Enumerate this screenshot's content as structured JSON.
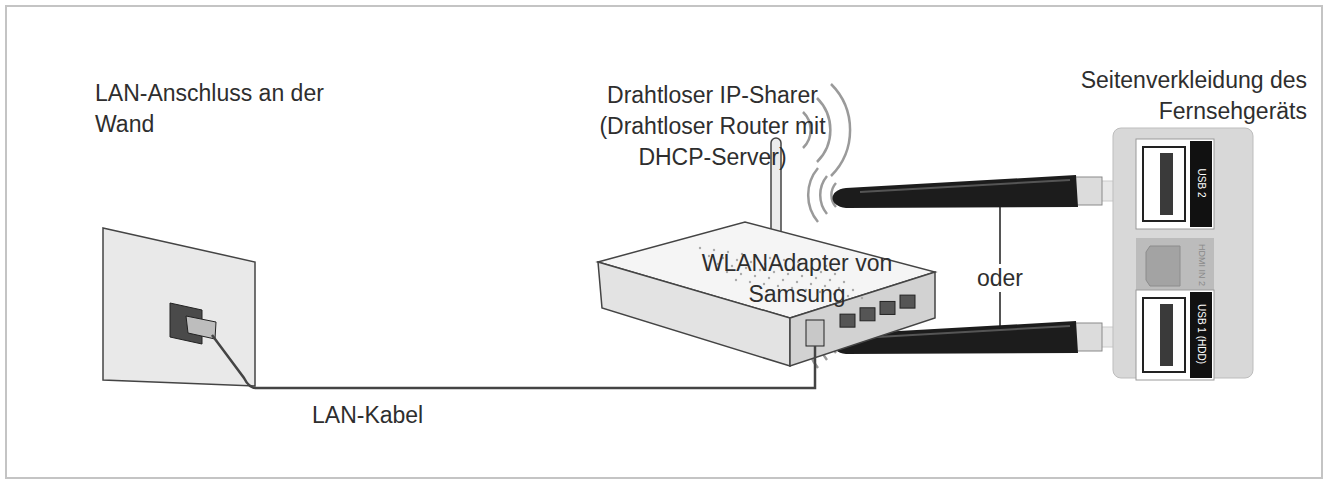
{
  "diagram": {
    "nodes": [
      {
        "text": [
          "LAN-Anschluss an der Wand"
        ]
      },
      {
        "text": [
          "Drahtloser IP-Sharer (Drahtloser Router mit DHCP-Server)"
        ]
      },
      {
        "text": [
          "Seitenverkleidung des Fernsehgeräts"
        ]
      }
    ],
    "edges": [
      {
        "from": 0,
        "to": 1,
        "label": "LAN-Kabel",
        "arrow": "none"
      }
    ],
    "labels": [
      "WLANAdapter von Samsung",
      "oder",
      "USB 2",
      "HDMI IN 2",
      "USB 1 (HDD)"
    ]
  }
}
